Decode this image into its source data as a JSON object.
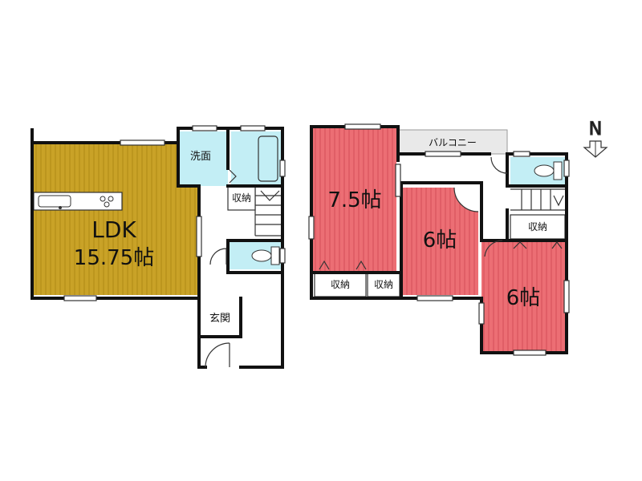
{
  "floor1": {
    "ldk_label": "LDK",
    "ldk_size": "15.75帖",
    "senmen": "洗面",
    "shuno": "収納",
    "genkan": "玄関"
  },
  "floor2": {
    "room1_size": "7.5帖",
    "room2_size": "6帖",
    "room3_size": "6帖",
    "balcony": "バルコニー",
    "shuno_a": "収納",
    "shuno_b": "収納",
    "shuno_c": "収納"
  },
  "compass": {
    "north": "N"
  },
  "colors": {
    "ldk_fill": "#c9a227",
    "ldk_stripe": "#b08a15",
    "room_fill": "#ec6e74",
    "room_stripe": "#d44f57",
    "wet_fill": "#c3eef5",
    "balcony_fill": "#e9e9e9",
    "wall": "#111111"
  }
}
